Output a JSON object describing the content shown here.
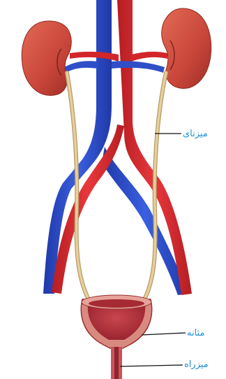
{
  "labels": {
    "ureter": "میزنای",
    "bladder": "مثانه",
    "urethra": "میزراه"
  },
  "colors": {
    "label_text": "#1f8fd6",
    "pointer_line": "#111111",
    "kidney": "#c8453a",
    "vein": "#2f4fc8",
    "artery": "#d2262b",
    "ureter_tube": "#dcc08c",
    "bladder": "#b8323a"
  }
}
